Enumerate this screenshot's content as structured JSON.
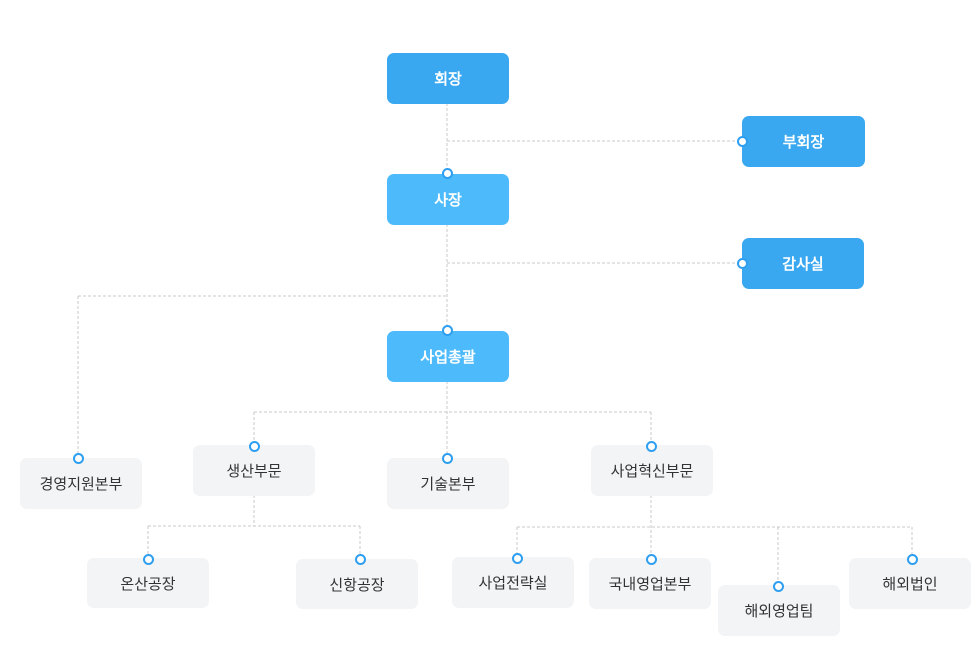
{
  "nodes": [
    {
      "id": "chairman",
      "label": "회장"
    },
    {
      "id": "vice-chairman",
      "label": "부회장"
    },
    {
      "id": "president",
      "label": "사장"
    },
    {
      "id": "audit-office",
      "label": "감사실"
    },
    {
      "id": "business-general",
      "label": "사업총괄"
    },
    {
      "id": "management-support",
      "label": "경영지원본부"
    },
    {
      "id": "production",
      "label": "생산부문"
    },
    {
      "id": "technology",
      "label": "기술본부"
    },
    {
      "id": "innovation",
      "label": "사업혁신부문"
    },
    {
      "id": "onsan-plant",
      "label": "온산공장"
    },
    {
      "id": "sinhang-plant",
      "label": "신항공장"
    },
    {
      "id": "strategy-office",
      "label": "사업전략실"
    },
    {
      "id": "domestic-sales",
      "label": "국내영업본부"
    },
    {
      "id": "overseas-sales",
      "label": "해외영업팀"
    },
    {
      "id": "overseas-corp",
      "label": "해외법인"
    }
  ],
  "colors": {
    "node_primary": "#39a8f0",
    "node_secondary": "#4dbbfb",
    "node_neutral": "#f3f4f6",
    "connector": "#c9c9c9",
    "dot": "#2e9ff0"
  }
}
